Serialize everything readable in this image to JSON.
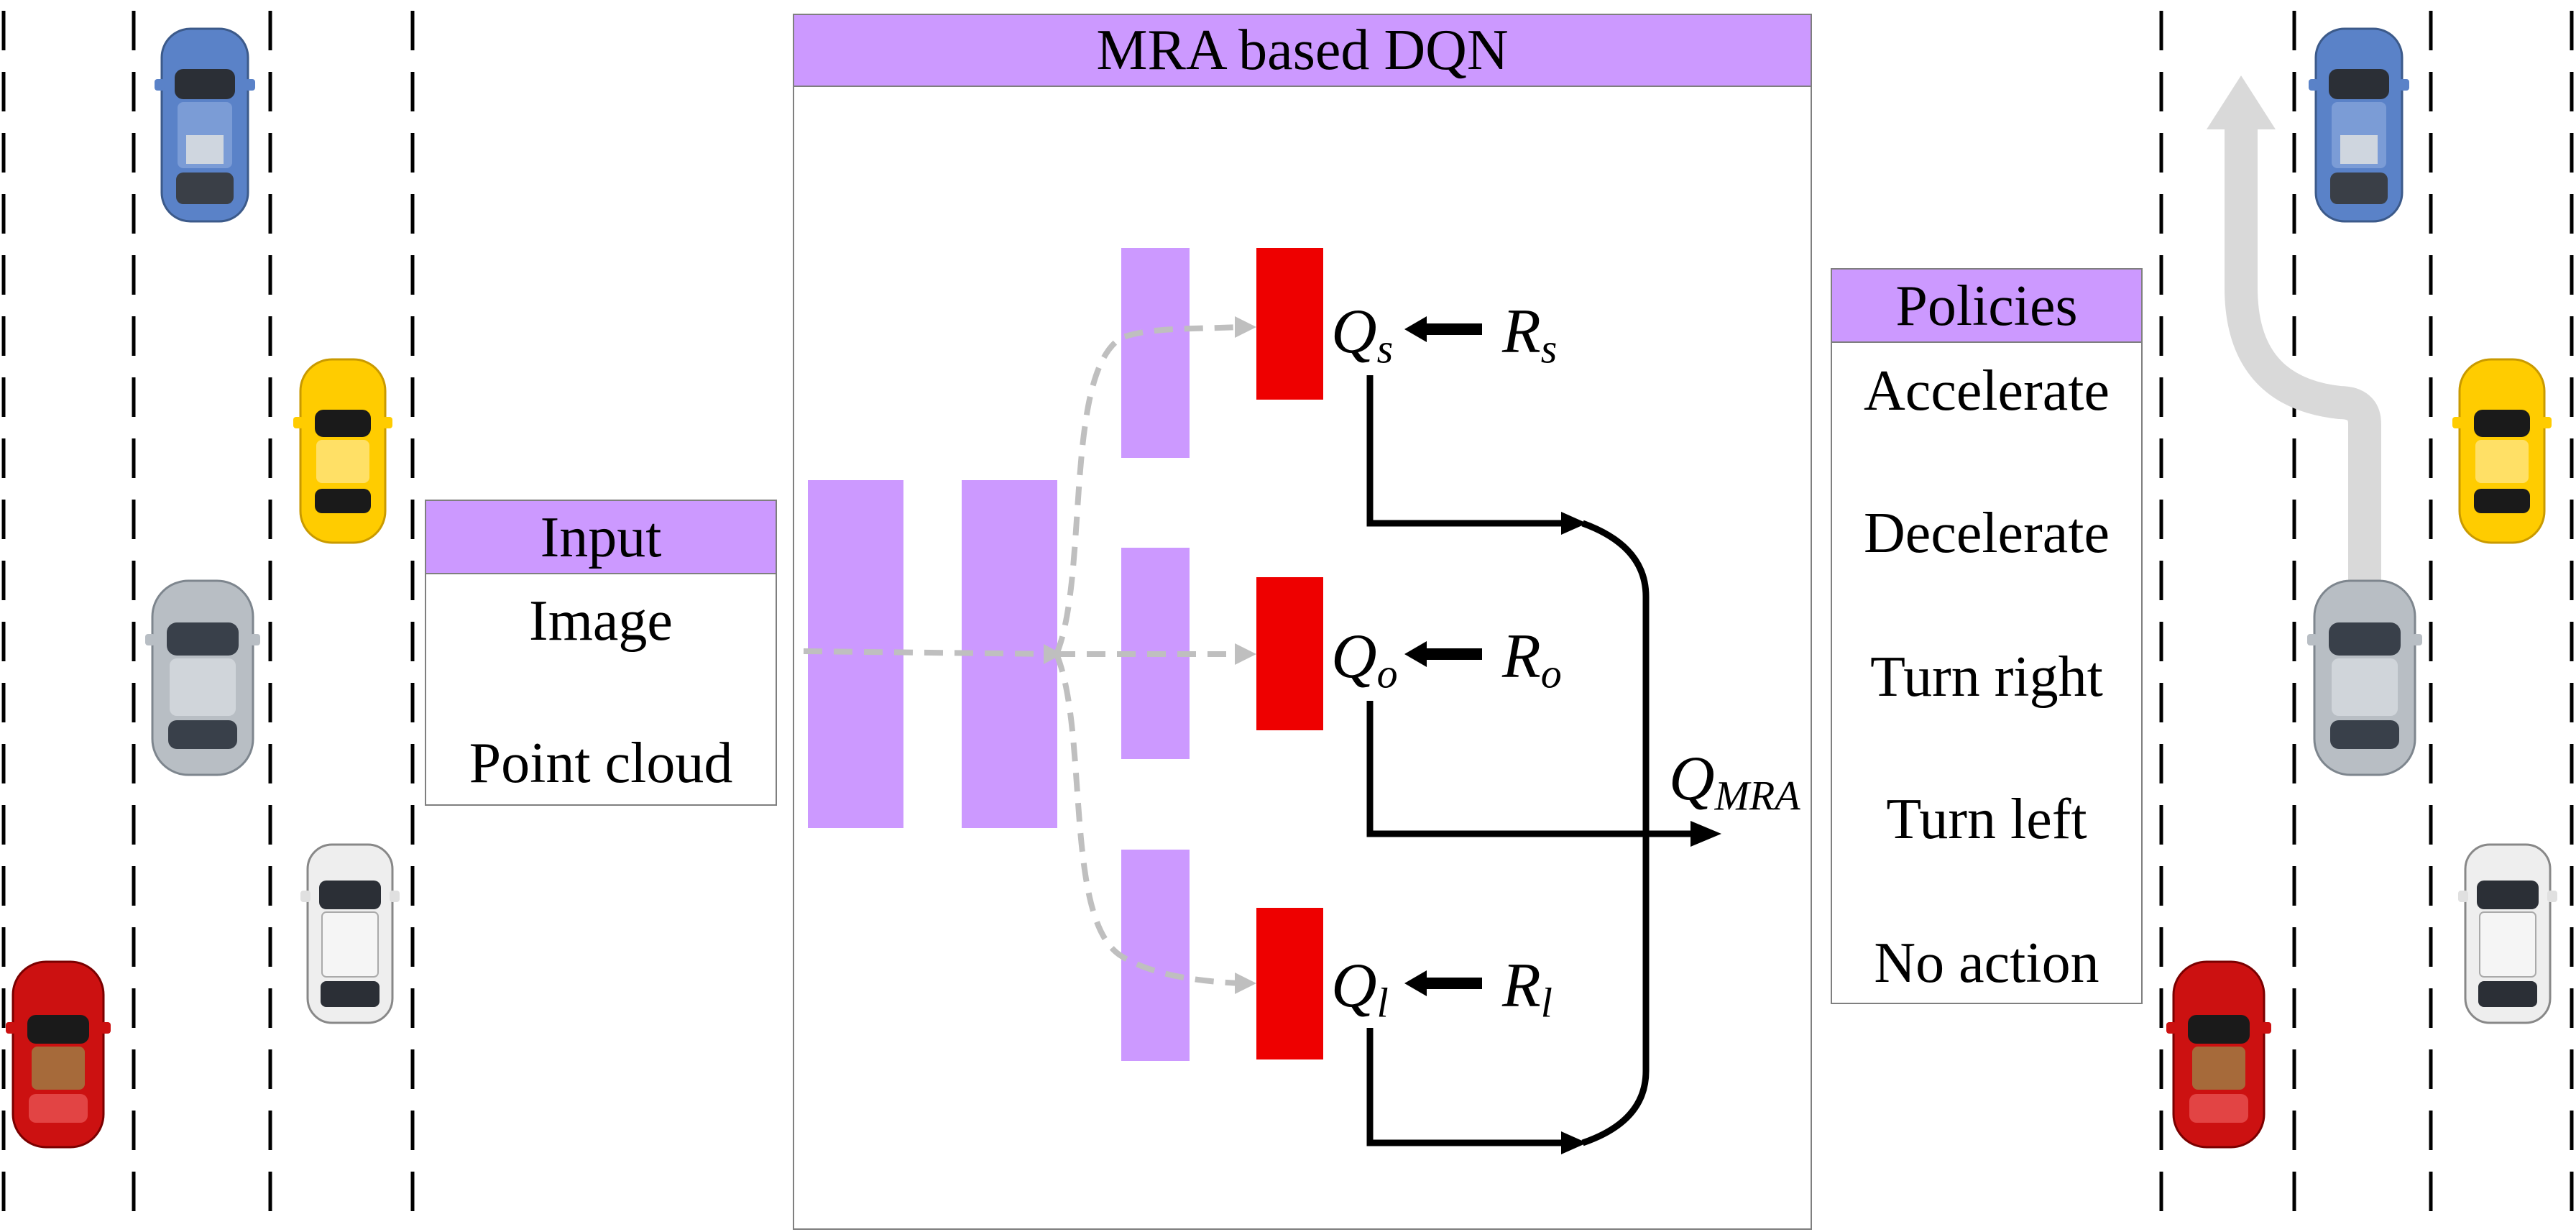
{
  "colors": {
    "layer_fill": "#cc99ff",
    "q_fill": "#ee0000",
    "header_fill": "#cc99ff",
    "border": "#7f7f7f",
    "flow_arrow": "#bfbfbf",
    "maneuver_arrow": "#d9d9d9",
    "lane_marking": "#000000",
    "car_red": "#cc1111",
    "car_yellow": "#ffcc00",
    "car_blue": "#5a82c8",
    "car_silver": "#b8bec4",
    "car_white": "#eeeeee"
  },
  "network": {
    "title": "MRA based DQN",
    "heads": [
      {
        "q_symbol": "Q",
        "q_sub": "s",
        "r_symbol": "R",
        "r_sub": "s"
      },
      {
        "q_symbol": "Q",
        "q_sub": "o",
        "r_symbol": "R",
        "r_sub": "o"
      },
      {
        "q_symbol": "Q",
        "q_sub": "l",
        "r_symbol": "R",
        "r_sub": "l"
      }
    ],
    "output": {
      "symbol": "Q",
      "sub": "MRA"
    }
  },
  "input_panel": {
    "title": "Input",
    "items": [
      "Image",
      "Point cloud"
    ]
  },
  "policies_panel": {
    "title": "Policies",
    "items": [
      "Accelerate",
      "Decelerate",
      "Turn right",
      "Turn left",
      "No action"
    ]
  },
  "scenes": [
    {
      "name": "before",
      "cars": [
        "blue",
        "yellow",
        "silver",
        "white",
        "red"
      ]
    },
    {
      "name": "after",
      "cars": [
        "blue",
        "yellow",
        "silver",
        "white",
        "red"
      ],
      "maneuver": "lane-change-left"
    }
  ]
}
